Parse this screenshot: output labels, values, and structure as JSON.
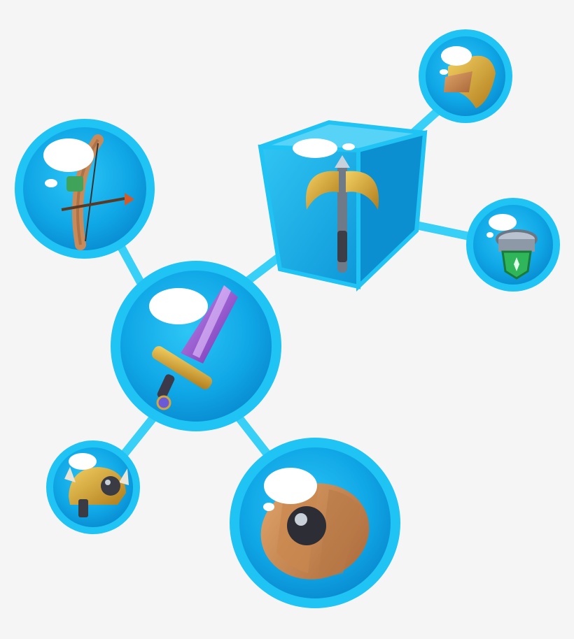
{
  "colors": {
    "background": "#f5f5f5",
    "bubble_outer": "#1fc3f4",
    "bubble_inner": "#0aa4e2",
    "connector": "#38d0f7",
    "highlight": "#ffffff"
  },
  "nodes": [
    {
      "id": "sword",
      "icon": "purple-crystal-sword-icon"
    },
    {
      "id": "bow",
      "icon": "bow-and-arrow-icon"
    },
    {
      "id": "axe-cube",
      "icon": "double-axe-icon"
    },
    {
      "id": "helmet",
      "icon": "horned-helmet-icon"
    },
    {
      "id": "shield",
      "icon": "wooden-shield-icon"
    },
    {
      "id": "shoulder-armor",
      "icon": "shoulder-armor-icon"
    },
    {
      "id": "ring",
      "icon": "emerald-ring-icon"
    }
  ]
}
